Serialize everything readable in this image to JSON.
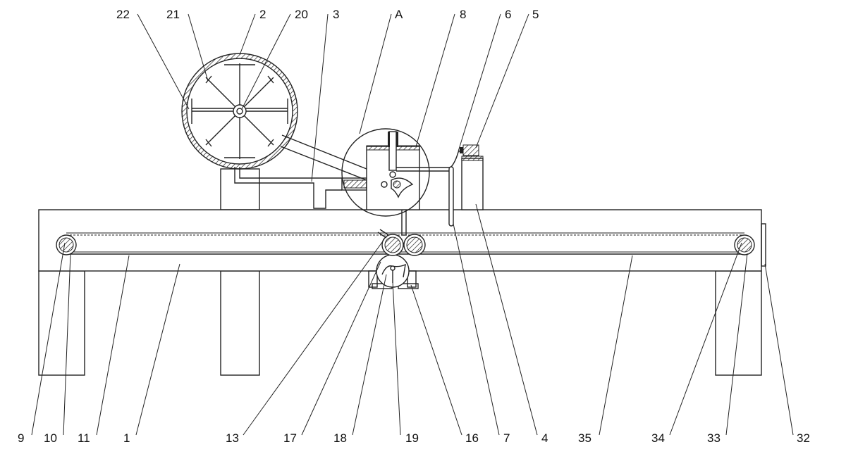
{
  "labels": {
    "l22": "22",
    "l21": "21",
    "l2": "2",
    "l20": "20",
    "l3": "3",
    "lA": "A",
    "l8": "8",
    "l6": "6",
    "l5": "5",
    "l9": "9",
    "l10": "10",
    "l11": "11",
    "l1": "1",
    "l13": "13",
    "l17": "17",
    "l18": "18",
    "l19": "19",
    "l16": "16",
    "l7": "7",
    "l4": "4",
    "l35": "35",
    "l34": "34",
    "l33": "33",
    "l32": "32"
  }
}
